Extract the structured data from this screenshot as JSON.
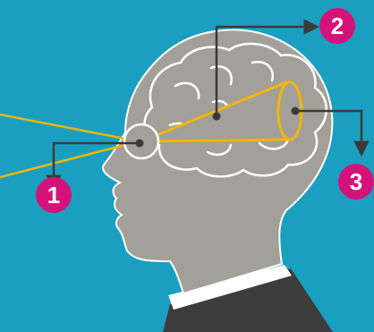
{
  "colors": {
    "background": "#1a9fc0",
    "head": "#a3a09a",
    "head_outline": "#ffffff",
    "brain": "#a3a09a",
    "ray": "#f2b705",
    "cone": "#f2b705",
    "pointer_line": "#3a3a3a",
    "badge": "#d4137a",
    "badge_text": "#ffffff",
    "suit": "#3d3d3d",
    "collar": "#ffffff"
  },
  "icons": {
    "person": "human-head-profile-icon",
    "eye": "eye-icon",
    "brain": "brain-icon"
  },
  "markers": [
    {
      "id": "marker-1",
      "label": "1"
    },
    {
      "id": "marker-2",
      "label": "2"
    },
    {
      "id": "marker-3",
      "label": "3"
    }
  ]
}
